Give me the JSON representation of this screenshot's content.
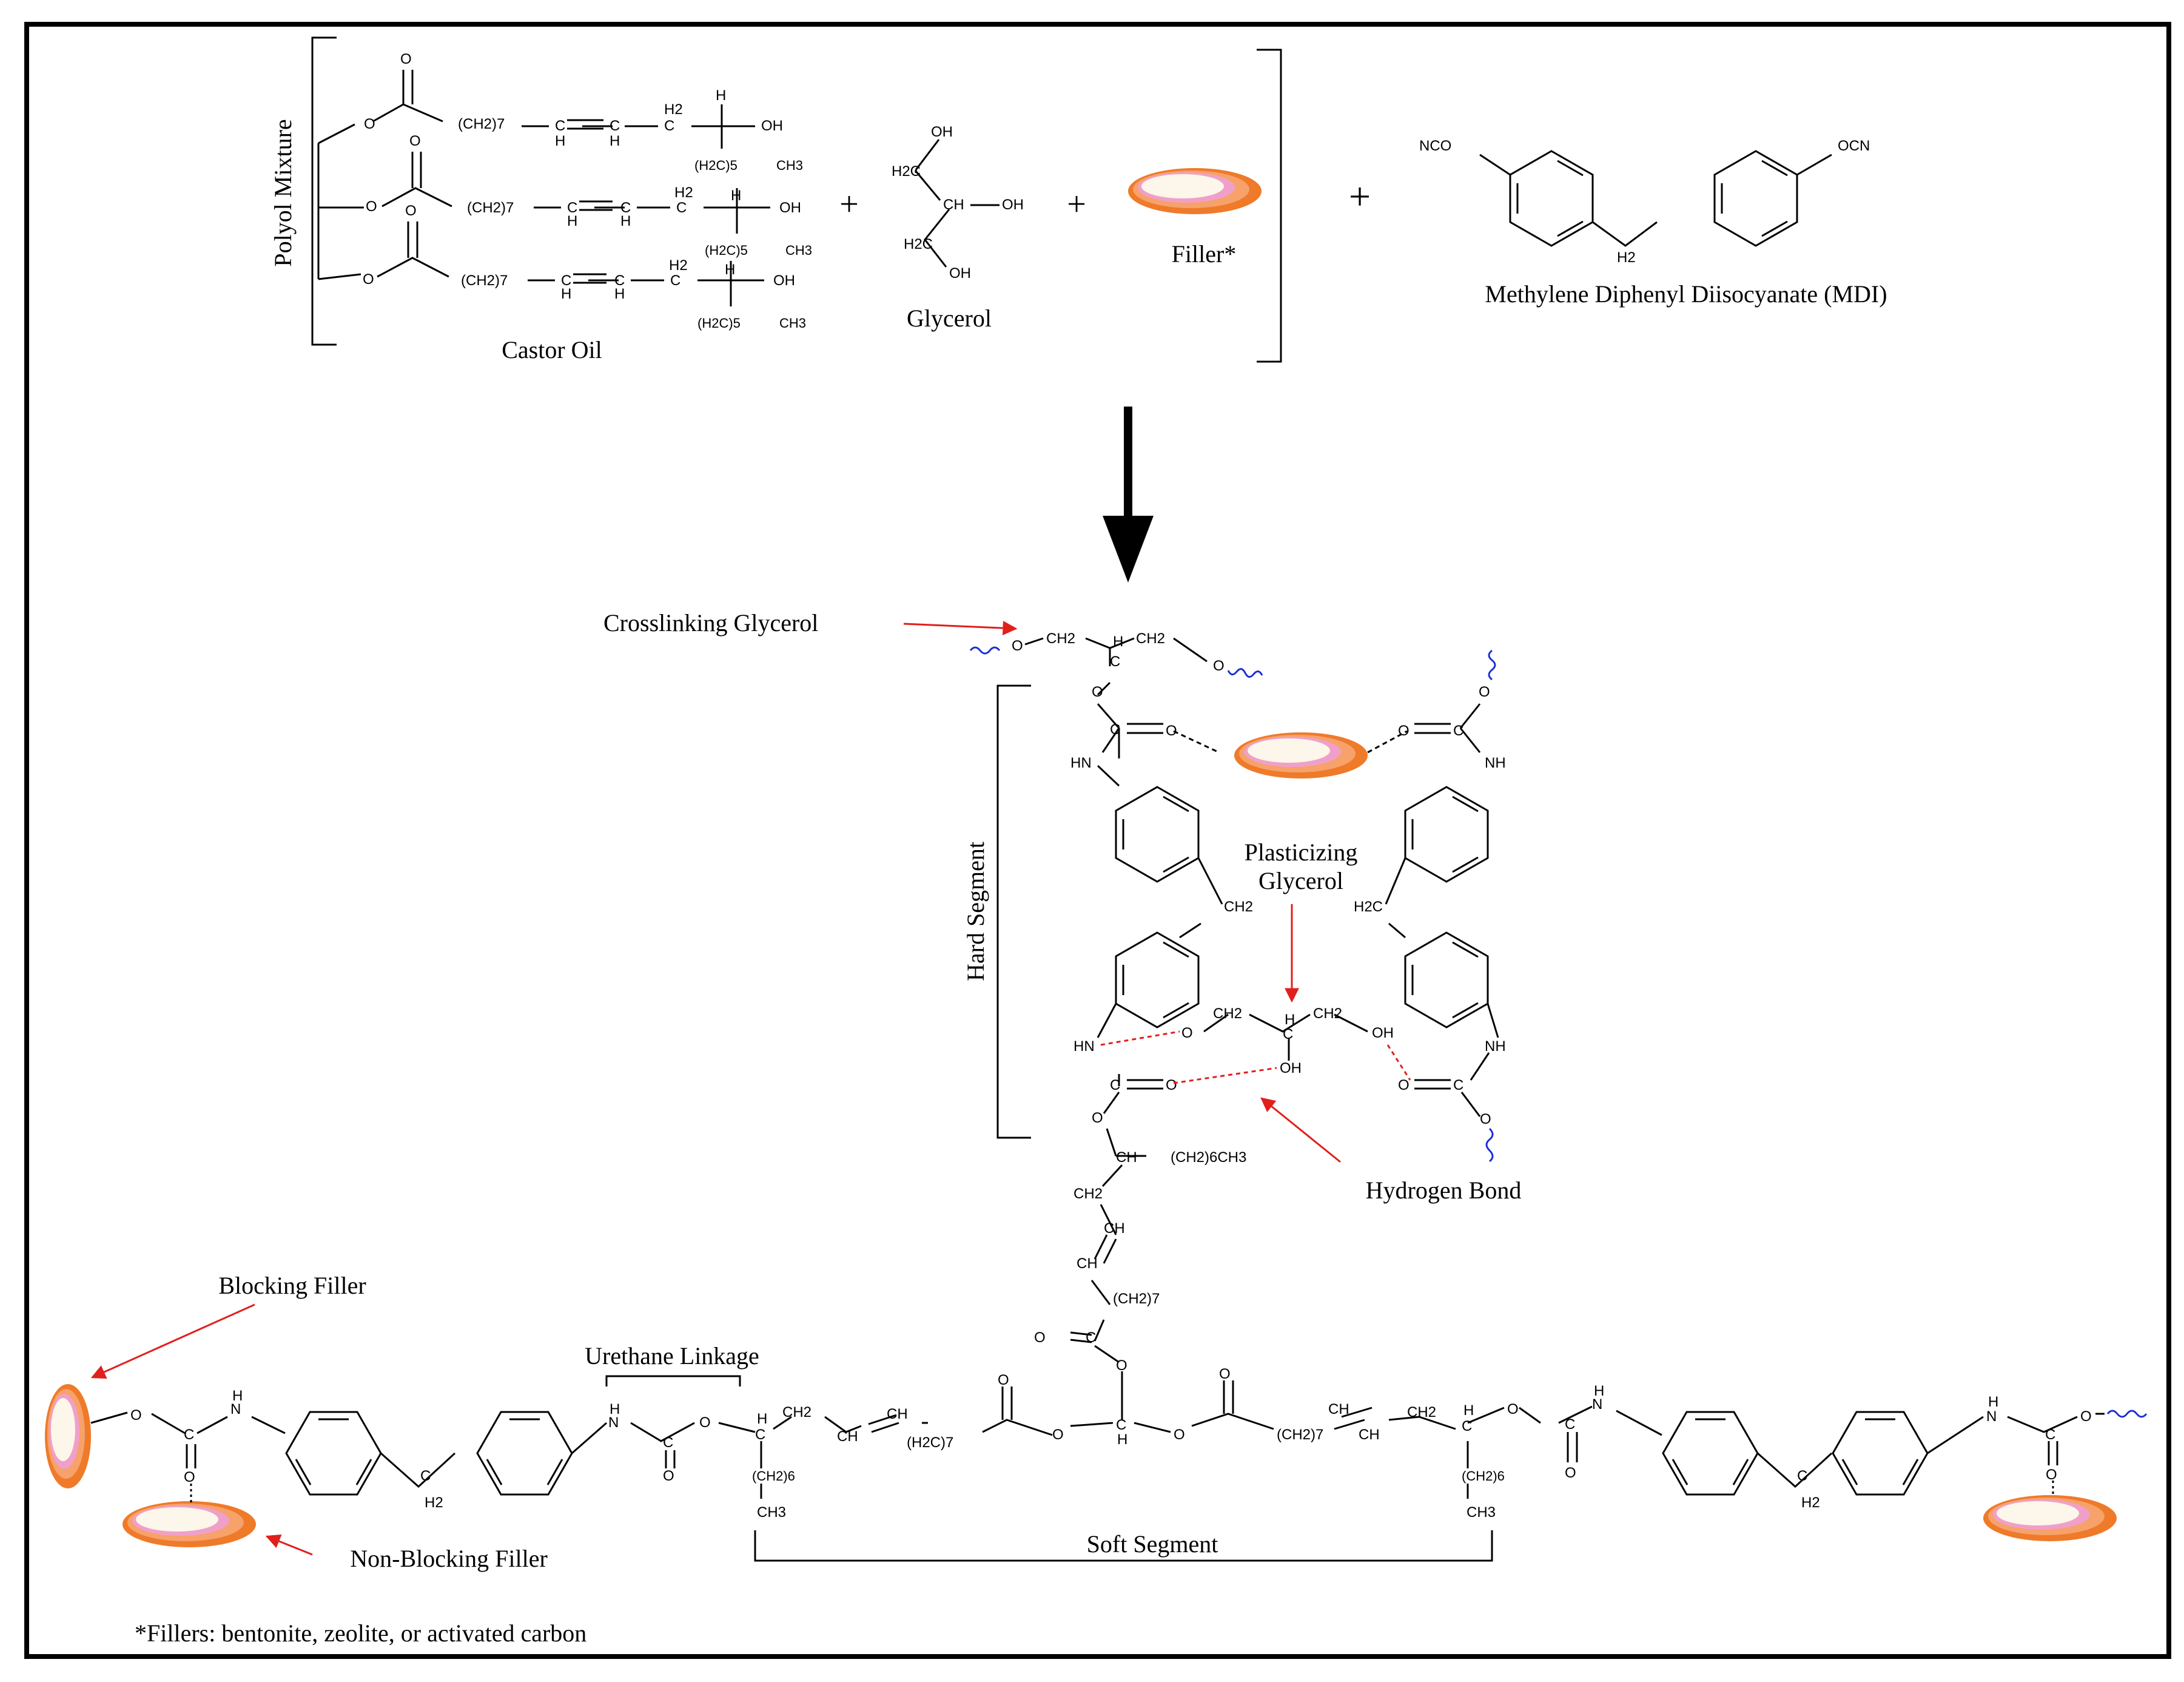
{
  "labels": {
    "polyol_mixture": "Polyol Mixture",
    "castor_oil": "Castor Oil",
    "glycerol": "Glycerol",
    "filler": "Filler*",
    "mdi": "Methylene Diphenyl Diisocyanate (MDI)",
    "crosslinking_glycerol": "Crosslinking Glycerol",
    "hard_segment": "Hard Segment",
    "plasticizing_glycerol_1": "Plasticizing",
    "plasticizing_glycerol_2": "Glycerol",
    "hydrogen_bond": "Hydrogen Bond",
    "blocking_filler": "Blocking Filler",
    "non_blocking_filler": "Non-Blocking Filler",
    "urethane_linkage": "Urethane Linkage",
    "soft_segment": "Soft Segment",
    "footnote": "*Fillers: bentonite, zeolite, or activated carbon",
    "plus": "+"
  },
  "chem": {
    "O": "O",
    "OH": "OH",
    "H": "H",
    "H2": "H2",
    "HN": "HN",
    "NH": "NH",
    "N": "N",
    "C": "C",
    "CH": "CH",
    "CH2": "CH2",
    "CH3": "CH3",
    "CH2_7": "(CH2)7",
    "H2C_5": "(H2C)5",
    "H2C": "H2C",
    "CH2_6": "(CH2)6",
    "CH2_6CH3": "(CH2)6CH3",
    "H2C_7": "(H2C)7",
    "NCO": "NCO",
    "OCN": "OCN"
  },
  "colors": {
    "arrow_red": "#e0201c",
    "squiggle_blue": "#1a2fd6",
    "filler_outer": "#ef7a2a",
    "filler_mid": "#f6b081",
    "filler_pink": "#f0a0c8",
    "filler_core": "#fdf6ea"
  }
}
